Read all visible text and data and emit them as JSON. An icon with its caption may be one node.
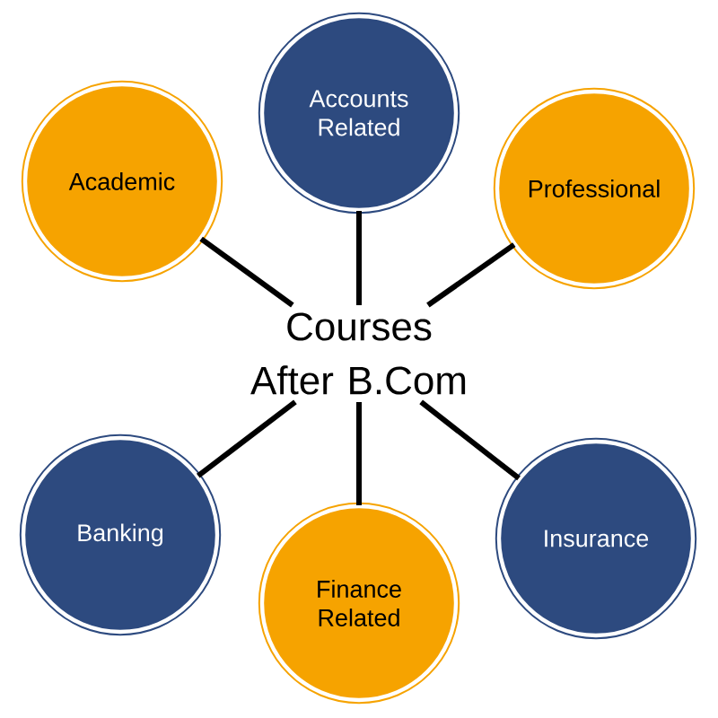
{
  "diagram": {
    "nodes": [
      {
        "text": [
          "Accounts Related"
        ]
      },
      {
        "text": [
          "Academic"
        ]
      },
      {
        "text": [
          "Professional"
        ]
      },
      {
        "text": [
          "Courses After B.Com"
        ]
      },
      {
        "text": [
          "Banking"
        ]
      },
      {
        "text": [
          "Finance Related"
        ]
      },
      {
        "text": [
          "Insurance"
        ]
      }
    ],
    "edges": [
      {
        "from": 3,
        "to": 0,
        "arrow": "none"
      },
      {
        "from": 3,
        "to": 1,
        "arrow": "none"
      },
      {
        "from": 3,
        "to": 2,
        "arrow": "none"
      },
      {
        "from": 3,
        "to": 4,
        "arrow": "none"
      },
      {
        "from": 3,
        "to": 5,
        "arrow": "none"
      },
      {
        "from": 3,
        "to": 6,
        "arrow": "none"
      }
    ]
  }
}
